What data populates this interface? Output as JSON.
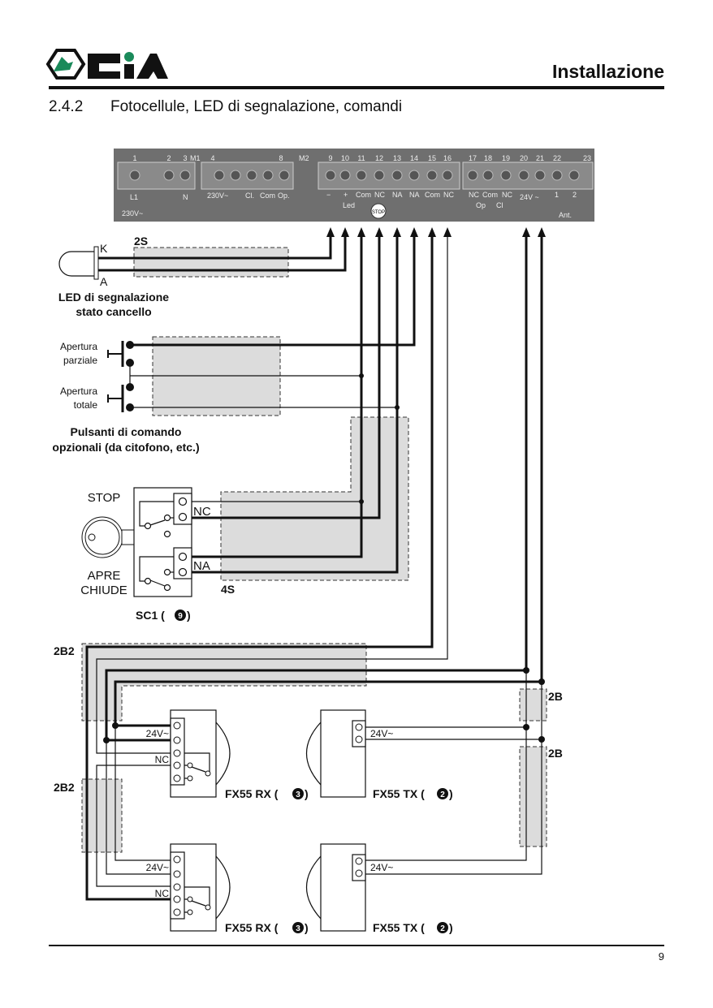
{
  "header": {
    "logo_text": "CiA",
    "section_label": "Installazione",
    "title_number": "2.4.2",
    "title_text": "Fotocellule, LED di segnalazione, comandi",
    "brand_color": "#111111",
    "logo_accent": "#1a8a5a"
  },
  "control_board": {
    "terminal_numbers": [
      "1",
      "2",
      "3",
      "4",
      "8",
      "9",
      "10",
      "11",
      "12",
      "13",
      "14",
      "15",
      "16",
      "17",
      "18",
      "19",
      "20",
      "21",
      "22",
      "23"
    ],
    "block_labels": {
      "m1": "M1",
      "m2": "M2"
    },
    "labels": {
      "l1": "L1",
      "n": "N",
      "mains": "230V~",
      "motor_supply": "230V~",
      "cl": "Cl.",
      "com": "Com",
      "op": "Op.",
      "minus": "−",
      "plus": "+",
      "led": "Led",
      "com_11": "Com",
      "nc_12": "NC",
      "stop": "STOP",
      "na_13": "NA",
      "na_14": "NA",
      "com_15": "Com",
      "nc_16": "NC",
      "nc_17": "NC",
      "com_18": "Com",
      "nc_19": "NC",
      "op_lim": "Op",
      "cl_lim": "Cl",
      "v24": "24V ~",
      "ant1": "1",
      "ant2": "2",
      "ant": "Ant."
    }
  },
  "led": {
    "k": "K",
    "a": "A",
    "caption_1": "LED di segnalazione",
    "caption_2": "stato cancello",
    "cable": "2S"
  },
  "buttons": {
    "partial_1": "Apertura",
    "partial_2": "parziale",
    "total_1": "Apertura",
    "total_2": "totale",
    "caption_1": "Pulsanti di comando",
    "caption_2": "opzionali (da citofono, etc.)"
  },
  "key_switch": {
    "stop": "STOP",
    "apre": "APRE",
    "chiude": "CHIUDE",
    "nc": "NC",
    "na": "NA",
    "cable": "4S",
    "name": "SC1 (",
    "badge": "9",
    "name_end": ")"
  },
  "photocells": {
    "cable_2b2": "2B2",
    "cable_2b": "2B",
    "v24": "24V~",
    "nc": "NC",
    "rx_name": "FX55 RX (",
    "rx_badge": "3",
    "tx_name": "FX55 TX (",
    "tx_badge": "2",
    "close": ")"
  },
  "footer": {
    "page_number": "9"
  }
}
